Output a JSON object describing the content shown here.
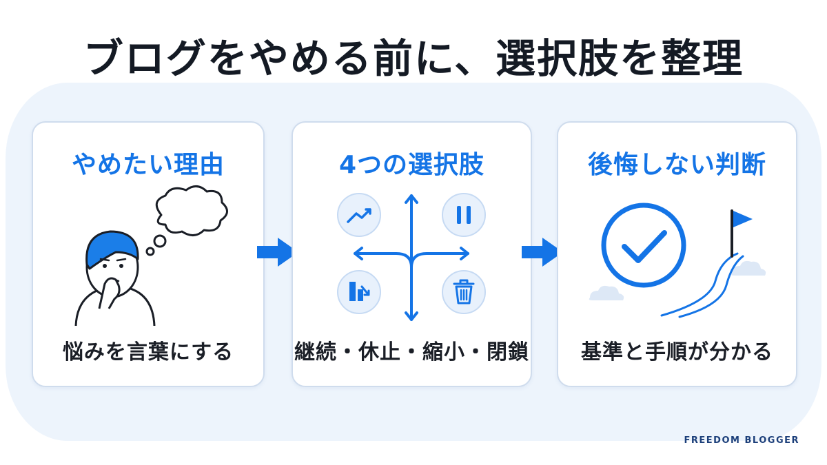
{
  "title": "ブログをやめる前に、選択肢を整理",
  "cards": [
    {
      "title": "やめたい理由",
      "caption": "悩みを言葉にする",
      "icons": [
        "thinking-person-icon",
        "thought-bubble-icon"
      ]
    },
    {
      "title": "4つの選択肢",
      "caption": "継続・休止・縮小・閉鎖",
      "icons": [
        "trending-up-icon",
        "pause-icon",
        "shrink-chart-icon",
        "trash-icon",
        "four-way-arrows-icon"
      ]
    },
    {
      "title": "後悔しない判断",
      "caption": "基準と手順が分かる",
      "icons": [
        "checkmark-circle-icon",
        "goal-flag-icon",
        "winding-road-icon",
        "cloud-icon"
      ]
    }
  ],
  "brand": "FREEDOM BLOGGER",
  "colors": {
    "accent": "#1474e6",
    "panel": "#edf4fc",
    "title": "#141a24"
  }
}
